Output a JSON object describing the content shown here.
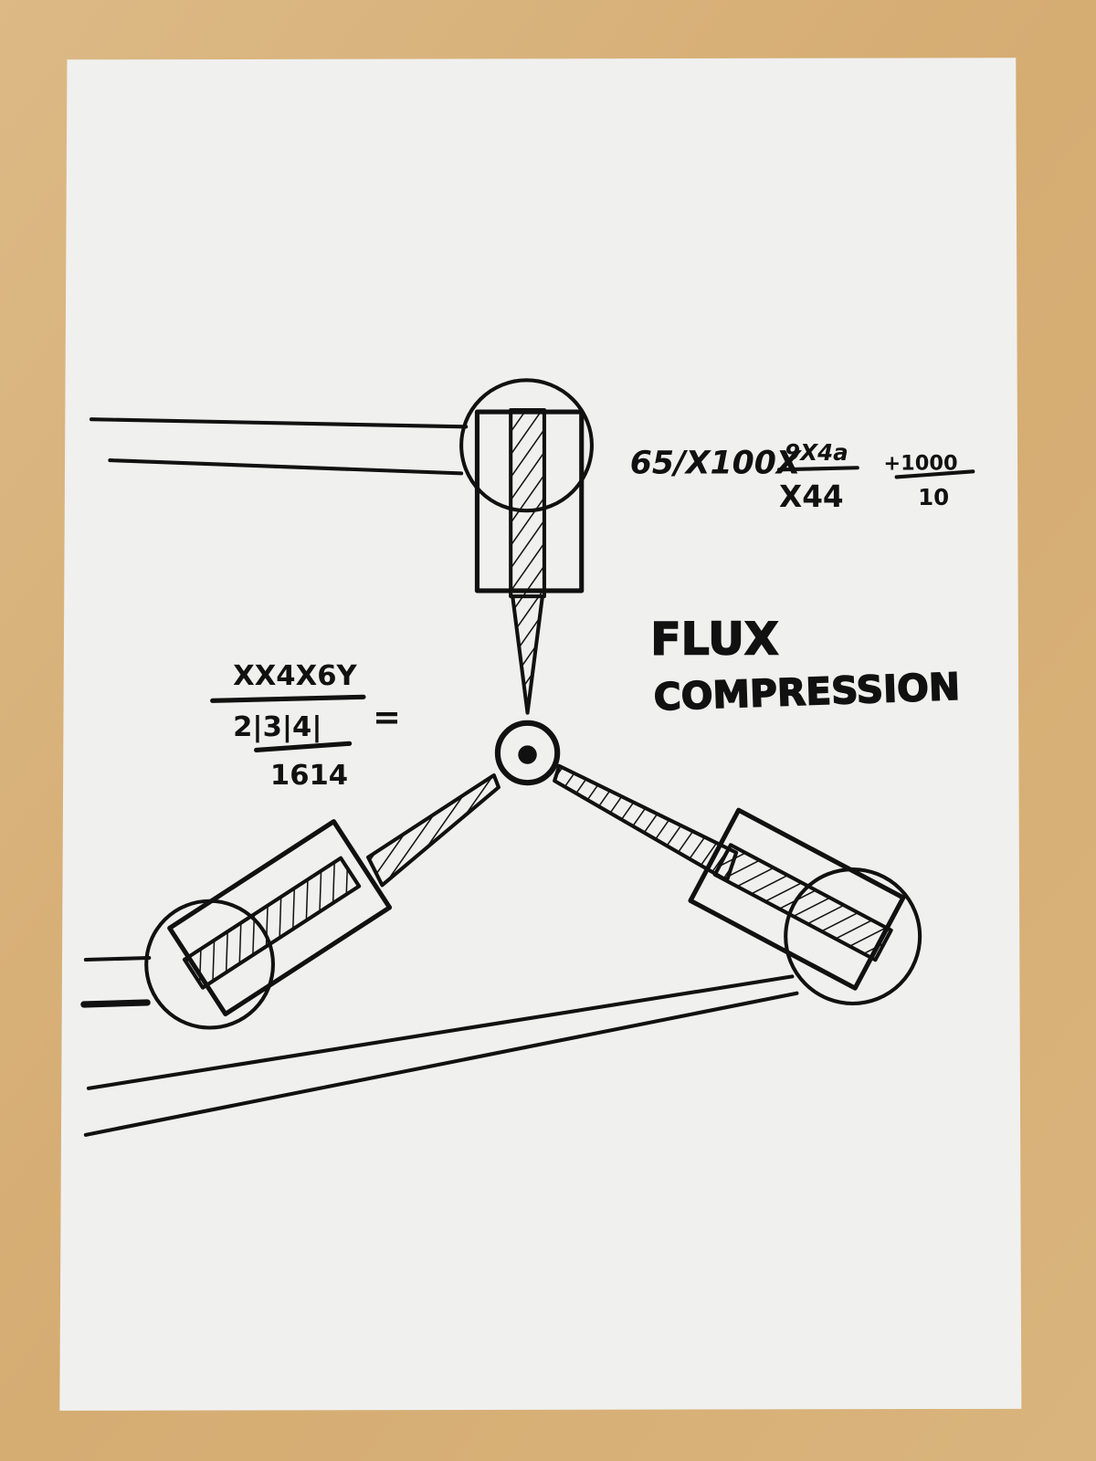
{
  "sketch": {
    "title_line1": "FLUX",
    "title_line2": "COMPRESSION",
    "equation_right": {
      "prefix": "65/X100X",
      "numerator": "9X4a",
      "denominator": "X44",
      "plus_numerator": "+1000",
      "plus_denominator": "10"
    },
    "equation_left": {
      "numerator": "XX4X6Y",
      "denominator": "2|3|4|",
      "equals": "=",
      "result": "1614"
    }
  },
  "colors": {
    "table": "#d8b27a",
    "paper": "#f0f0ef",
    "ink": "#111111"
  }
}
